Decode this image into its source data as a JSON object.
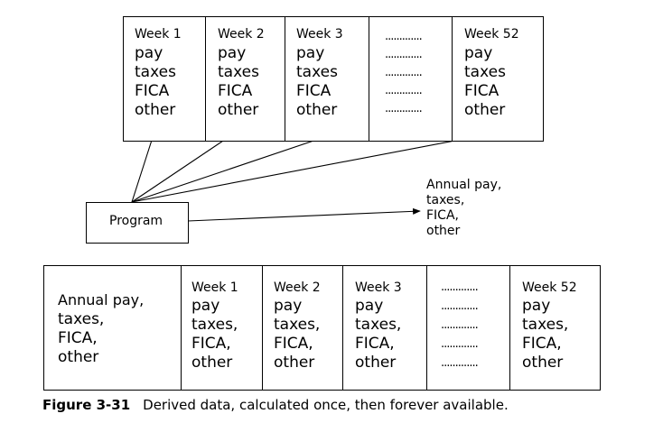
{
  "top_table": {
    "columns": [
      {
        "header": "Week 1",
        "fields": [
          "pay",
          "taxes",
          "FICA",
          "other"
        ]
      },
      {
        "header": "Week 2",
        "fields": [
          "pay",
          "taxes",
          "FICA",
          "other"
        ]
      },
      {
        "header": "Week 3",
        "fields": [
          "pay",
          "taxes",
          "FICA",
          "other"
        ]
      },
      {
        "header": "",
        "fields": [
          ".............",
          ".............",
          ".............",
          ".............",
          "............."
        ]
      },
      {
        "header": "Week 52",
        "fields": [
          "pay",
          "taxes",
          "FICA",
          "other"
        ]
      }
    ]
  },
  "program": {
    "label": "Program"
  },
  "annual_label": [
    "Annual pay,",
    "taxes,",
    "FICA,",
    "other"
  ],
  "bottom_table": {
    "summary": [
      "Annual pay,",
      "taxes,",
      "FICA,",
      "other"
    ],
    "columns": [
      {
        "header": "Week 1",
        "fields": [
          "pay",
          "taxes,",
          "FICA,",
          "other"
        ]
      },
      {
        "header": "Week 2",
        "fields": [
          "pay",
          "taxes,",
          "FICA,",
          "other"
        ]
      },
      {
        "header": "Week 3",
        "fields": [
          "pay",
          "taxes,",
          "FICA,",
          "other"
        ]
      },
      {
        "header": "",
        "fields": [
          ".............",
          ".............",
          ".............",
          ".............",
          "............."
        ]
      },
      {
        "header": "Week 52",
        "fields": [
          "pay",
          "taxes,",
          "FICA,",
          "other"
        ]
      }
    ]
  },
  "caption": {
    "number": "Figure 3-31",
    "text": "Derived data, calculated once, then forever available."
  }
}
